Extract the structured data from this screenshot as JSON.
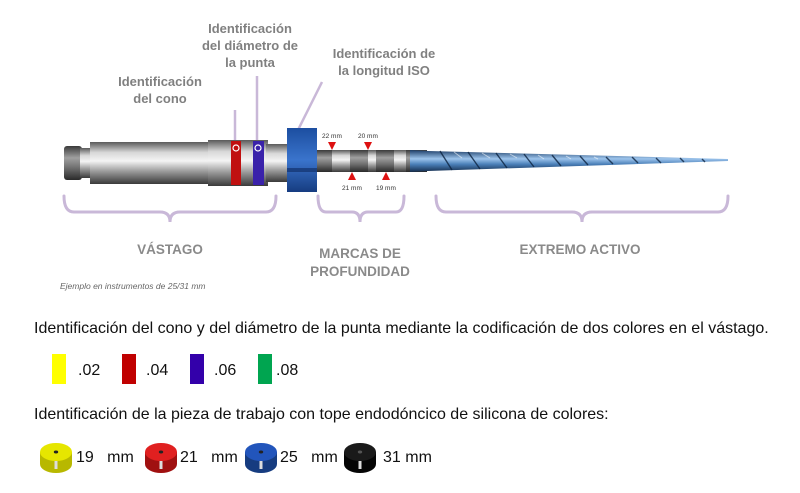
{
  "diagram": {
    "labels": {
      "cone_id": [
        "Identificación",
        "del cono"
      ],
      "tip_id": [
        "Identificación",
        "del diámetro de",
        "la punta"
      ],
      "iso_id": [
        "Identificación de",
        "la longitud ISO"
      ]
    },
    "depth_marks": {
      "top_left": "22 mm",
      "top_right": "20 mm",
      "bottom_left": "21 mm",
      "bottom_right": "19 mm"
    },
    "sections": {
      "shank": "VÁSTAGO",
      "depth_marks": [
        "MARCAS DE",
        "PROFUNDIDAD"
      ],
      "active_tip": "EXTREMO ACTIVO"
    },
    "caption": "Ejemplo en instrumentos de 25/31 mm"
  },
  "taper_legend": {
    "description": "Identificación del cono y del diámetro de la punta mediante la codificación de dos colores en el vástago.",
    "items": [
      {
        "label": ".02",
        "color": "#ffff00"
      },
      {
        "label": ".04",
        "color": "#c00000"
      },
      {
        "label": ".06",
        "color": "#3300aa"
      },
      {
        "label": ".08",
        "color": "#00a550"
      }
    ]
  },
  "stop_legend": {
    "description": "Identificación de la pieza de trabajo con tope endodóncico de silicona de colores:",
    "items": [
      {
        "label": "19   mm",
        "color": "#e6e600"
      },
      {
        "label": "21   mm",
        "color": "#e02020"
      },
      {
        "label": "25   mm",
        "color": "#2255bb"
      },
      {
        "label": "31 mm",
        "color": "#1a1a1a"
      }
    ]
  }
}
